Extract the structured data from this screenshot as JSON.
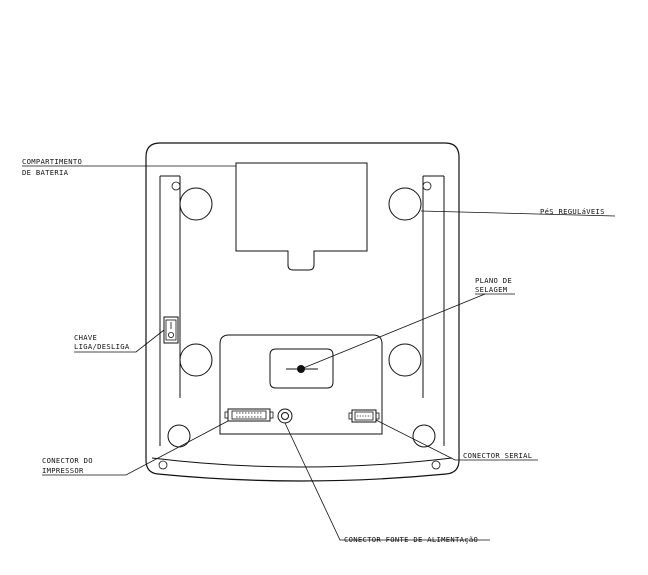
{
  "labels": {
    "battery_line1": "COMPARTIMENTO",
    "battery_line2": "DE BATERIA",
    "feet": "PéS REGULáVEIS",
    "sealing_line1": "PLANO DE",
    "sealing_line2": "SELAGEM",
    "switch_line1": "CHAVE",
    "switch_line2": "LIGA/DESLIGA",
    "printer_line1": "CONECTOR DO",
    "printer_line2": "IMPRESSOR",
    "serial": "CONECTOR SERIAL",
    "power": "CONECTOR FONTE DE ALIMENTAçãO"
  }
}
